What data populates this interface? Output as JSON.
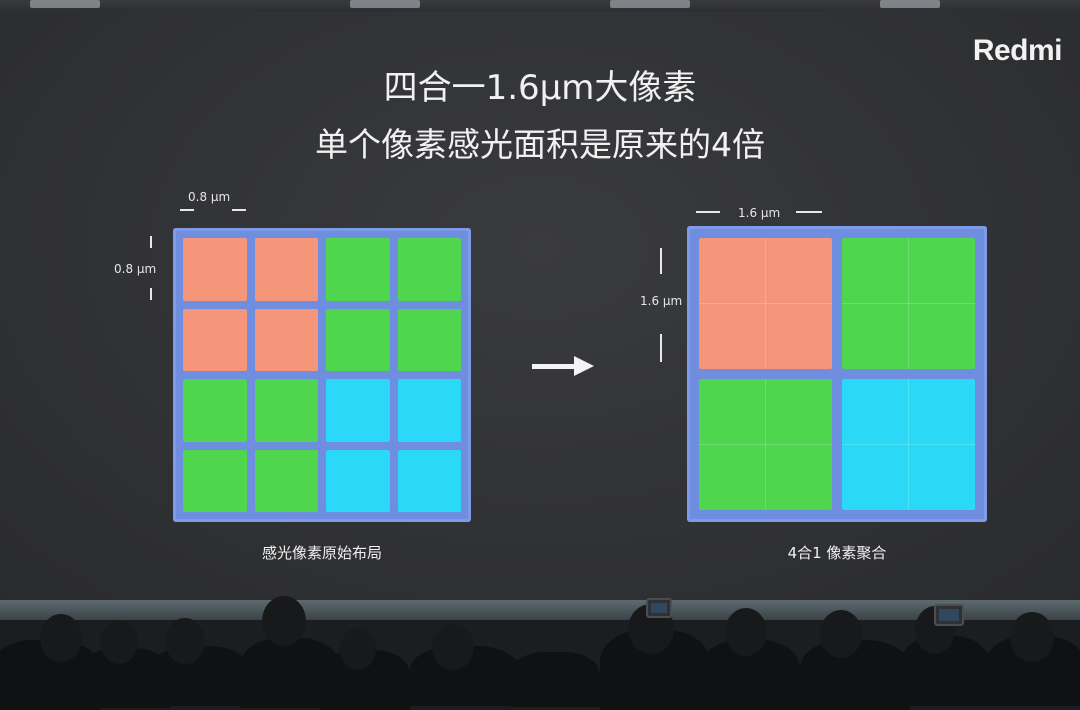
{
  "slide": {
    "brand": "Redmi",
    "title_line1": "四合一1.6μm大像素",
    "title_line2": "单个像素感光面积是原来的4倍"
  },
  "left_diagram": {
    "width_label": "0.8 μm",
    "height_label": "0.8 μm",
    "caption": "感光像素原始布局",
    "grid": [
      [
        "orange",
        "orange",
        "green",
        "green"
      ],
      [
        "orange",
        "orange",
        "green",
        "green"
      ],
      [
        "green",
        "green",
        "cyan",
        "cyan"
      ],
      [
        "green",
        "green",
        "cyan",
        "cyan"
      ]
    ]
  },
  "right_diagram": {
    "width_label": "1.6 μm",
    "height_label": "1.6 μm",
    "caption": "4合1 像素聚合",
    "grid": [
      [
        "orange",
        "green"
      ],
      [
        "green",
        "cyan"
      ]
    ]
  },
  "colors": {
    "orange": "#f5957a",
    "green": "#4fd64f",
    "cyan": "#2bd9f7",
    "panel": "#6f8ee0",
    "screen": "#333437"
  },
  "arrow_icon": "right-arrow-icon"
}
